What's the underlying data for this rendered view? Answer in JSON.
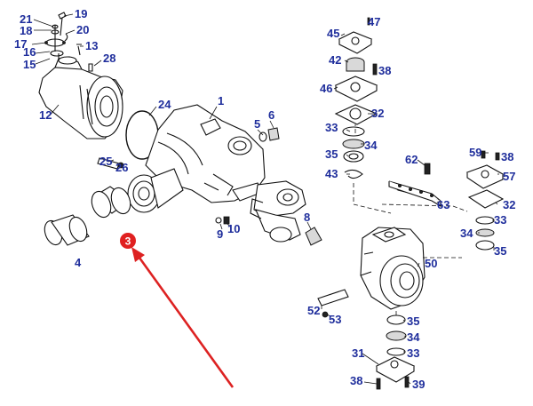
{
  "labels": {
    "p1": "1",
    "p4": "4",
    "p5": "5",
    "p6": "6",
    "p8": "8",
    "p9": "9",
    "p10": "10",
    "p12": "12",
    "p13": "13",
    "p15": "15",
    "p16": "16",
    "p17": "17",
    "p18": "18",
    "p19": "19",
    "p20": "20",
    "p21": "21",
    "p24": "24",
    "p25": "25",
    "p26": "26",
    "p28": "28",
    "p31": "31",
    "p32a": "32",
    "p32b": "32",
    "p33a": "33",
    "p33b": "33",
    "p33c": "33",
    "p34a": "34",
    "p34b": "34",
    "p34c": "34",
    "p35a": "35",
    "p35b": "35",
    "p35c": "35",
    "p38a": "38",
    "p38b": "38",
    "p38c": "38",
    "p39": "39",
    "p42": "42",
    "p43": "43",
    "p45": "45",
    "p46": "46",
    "p47": "47",
    "p50": "50",
    "p52": "52",
    "p53": "53",
    "p57": "57",
    "p59": "59",
    "p62": "62",
    "p63": "63"
  },
  "callout": {
    "number": "3",
    "color": "#e02020"
  },
  "arrow": {
    "color": "#dd2222"
  },
  "colors": {
    "label": "#1f2e9c",
    "line": "#111111"
  }
}
